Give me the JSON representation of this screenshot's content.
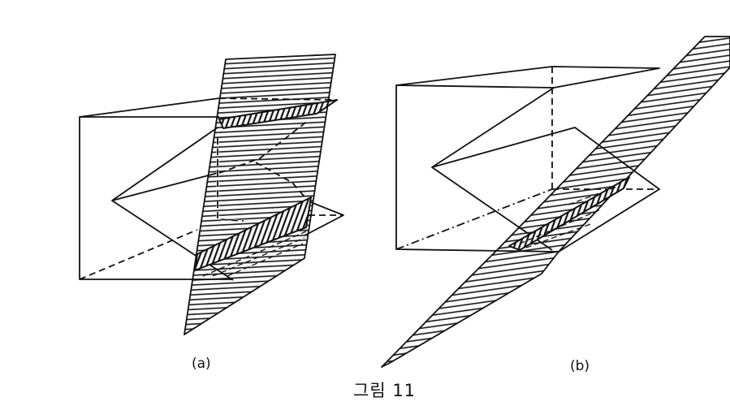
{
  "figure": {
    "caption": "그림 11",
    "panels": [
      {
        "label": "(a)"
      },
      {
        "label": "(b)"
      }
    ],
    "line_color": "#111111"
  }
}
